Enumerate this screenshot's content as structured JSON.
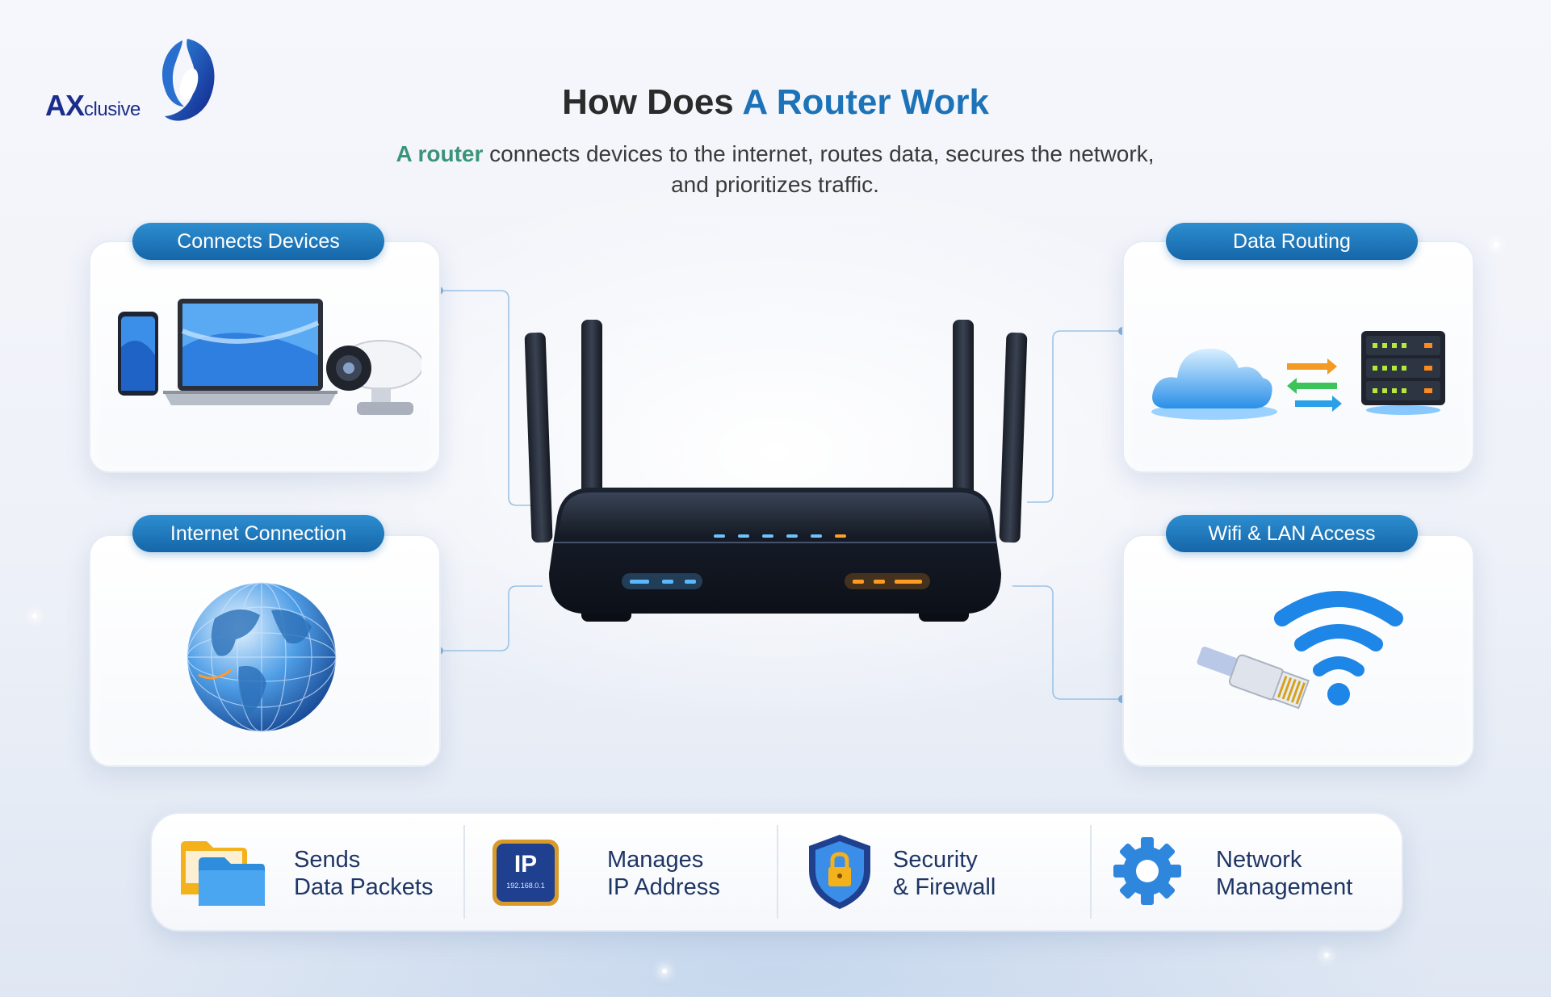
{
  "logo": {
    "prefix": "AX",
    "rest": "clusive"
  },
  "title": {
    "part1": "How Does ",
    "part2": "A Router Work"
  },
  "subtitle": {
    "accent": "A router",
    "line1": " connects devices to the internet, routes data, secures the network,",
    "line2": "and prioritizes traffic."
  },
  "cards": [
    {
      "label": "Connects Devices",
      "icon": "devices-icon"
    },
    {
      "label": "Data Routing",
      "icon": "cloud-server-icon"
    },
    {
      "label": "Internet Connection",
      "icon": "globe-icon"
    },
    {
      "label": "Wifi & LAN Access",
      "icon": "wifi-ethernet-icon"
    }
  ],
  "features": [
    {
      "line1": "Sends",
      "line2": "Data Packets",
      "icon": "folder-icon"
    },
    {
      "line1": "Manages",
      "line2": "IP Address",
      "icon": "ip-chip-icon",
      "icon_text": "IP",
      "icon_subtext": "192.168.0.1"
    },
    {
      "line1": "Security",
      "line2": "& Firewall",
      "icon": "shield-lock-icon"
    },
    {
      "line1": "Network",
      "line2": "Management",
      "icon": "gear-icon"
    }
  ],
  "colors": {
    "accent_blue": "#1d73b8",
    "accent_green": "#3a9479",
    "pill": "#1f7bbd",
    "led_blue": "#4fb4ff",
    "led_orange": "#ff9b1a"
  }
}
